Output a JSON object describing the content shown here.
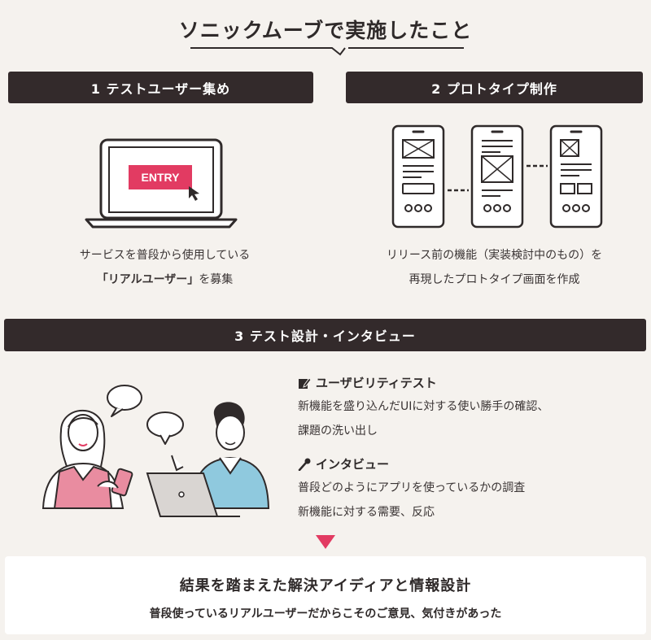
{
  "title": "ソニックムーブで実施したこと",
  "sections": [
    {
      "heading": "1 テストユーザー集め",
      "screen_button": "ENTRY",
      "caption_line1": "サービスを普段から使用している",
      "caption_strong": "「リアルユーザー」",
      "caption_suffix": "を募集"
    },
    {
      "heading": "2 プロトタイプ制作",
      "caption_line1": "リリース前の機能（実装検討中のもの）を",
      "caption_line2": "再現したプロトタイプ画面を作成"
    },
    {
      "heading": "3 テスト設計・インタビュー",
      "items": [
        {
          "icon": "pencil-memo-icon",
          "label": "ユーザビリティテスト",
          "lines": [
            "新機能を盛り込んだUIに対する使い勝手の確認、",
            "課題の洗い出し"
          ]
        },
        {
          "icon": "microphone-icon",
          "label": "インタビュー",
          "lines": [
            "普段どのようにアプリを使っているかの調査",
            "新機能に対する需要、反応"
          ]
        }
      ]
    }
  ],
  "result": {
    "title": "結果を踏まえた解決アイディアと情報設計",
    "subtitle": "普段使っているリアルユーザーだからこそのご意見、気付きがあった"
  },
  "colors": {
    "background": "#f5f2ee",
    "bar": "#332a2b",
    "accent": "#e23b62",
    "text": "#3a3434"
  }
}
